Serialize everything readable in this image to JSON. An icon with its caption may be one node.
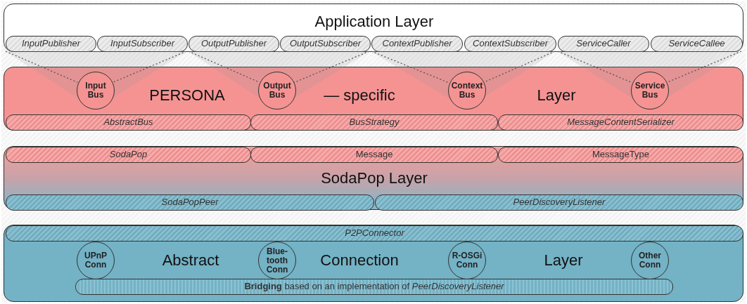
{
  "diagram": {
    "nodes": [
      {
        "text": [
          "Application Layer"
        ]
      },
      {
        "text": [
          "InputPublisher"
        ],
        "in": 0
      },
      {
        "text": [
          "InputSubscriber"
        ],
        "in": 0
      },
      {
        "text": [
          "OutputPublisher"
        ],
        "in": 0
      },
      {
        "text": [
          "OutputSubscriber"
        ],
        "in": 0
      },
      {
        "text": [
          "ContextPublisher"
        ],
        "in": 0
      },
      {
        "text": [
          "ContextSubscriber"
        ],
        "in": 0
      },
      {
        "text": [
          "ServiceCaller"
        ],
        "in": 0
      },
      {
        "text": [
          "ServiceCallee"
        ],
        "in": 0
      },
      {
        "text": [
          "PERSONA",
          "— specific",
          "Layer"
        ]
      },
      {
        "text": [
          "Input Bus"
        ],
        "in": 9
      },
      {
        "text": [
          "Output Bus"
        ],
        "in": 9
      },
      {
        "text": [
          "Context Bus"
        ],
        "in": 9
      },
      {
        "text": [
          "Service Bus"
        ],
        "in": 9
      },
      {
        "text": [
          "AbstractBus"
        ],
        "in": 9
      },
      {
        "text": [
          "BusStrategy"
        ],
        "in": 9
      },
      {
        "text": [
          "MessageContentSerializer"
        ],
        "in": 9
      },
      {
        "text": [
          "SodaPop Layer"
        ]
      },
      {
        "text": [
          "SodaPop"
        ],
        "in": 17
      },
      {
        "text": [
          "Message"
        ],
        "in": 17
      },
      {
        "text": [
          "MessageType"
        ],
        "in": 17
      },
      {
        "text": [
          "SodaPopPeer"
        ],
        "in": 17
      },
      {
        "text": [
          "PeerDiscoveryListener"
        ],
        "in": 17
      },
      {
        "text": [
          "Abstract",
          "Connection",
          "Layer"
        ]
      },
      {
        "text": [
          "P2PConnector"
        ],
        "in": 23
      },
      {
        "text": [
          "UPnP Conn"
        ],
        "in": 23
      },
      {
        "text": [
          "Blue- tooth Conn"
        ],
        "in": 23
      },
      {
        "text": [
          "R-OSGi Conn"
        ],
        "in": 23
      },
      {
        "text": [
          "Other Conn"
        ],
        "in": 23
      },
      {
        "text": [
          "**Bridging** based on an implementation of *PeerDiscoveryListener*"
        ],
        "in": 23
      }
    ],
    "edges": [
      {
        "from": 1,
        "to": 10,
        "arrow": "none",
        "style": "dashed"
      },
      {
        "from": 2,
        "to": 10,
        "arrow": "none",
        "style": "dashed"
      },
      {
        "from": 3,
        "to": 11,
        "arrow": "none",
        "style": "dashed"
      },
      {
        "from": 4,
        "to": 11,
        "arrow": "none",
        "style": "dashed"
      },
      {
        "from": 5,
        "to": 12,
        "arrow": "none",
        "style": "dashed"
      },
      {
        "from": 6,
        "to": 12,
        "arrow": "none",
        "style": "dashed"
      },
      {
        "from": 7,
        "to": 13,
        "arrow": "none",
        "style": "dashed"
      },
      {
        "from": 8,
        "to": 13,
        "arrow": "none",
        "style": "dashed"
      }
    ]
  }
}
